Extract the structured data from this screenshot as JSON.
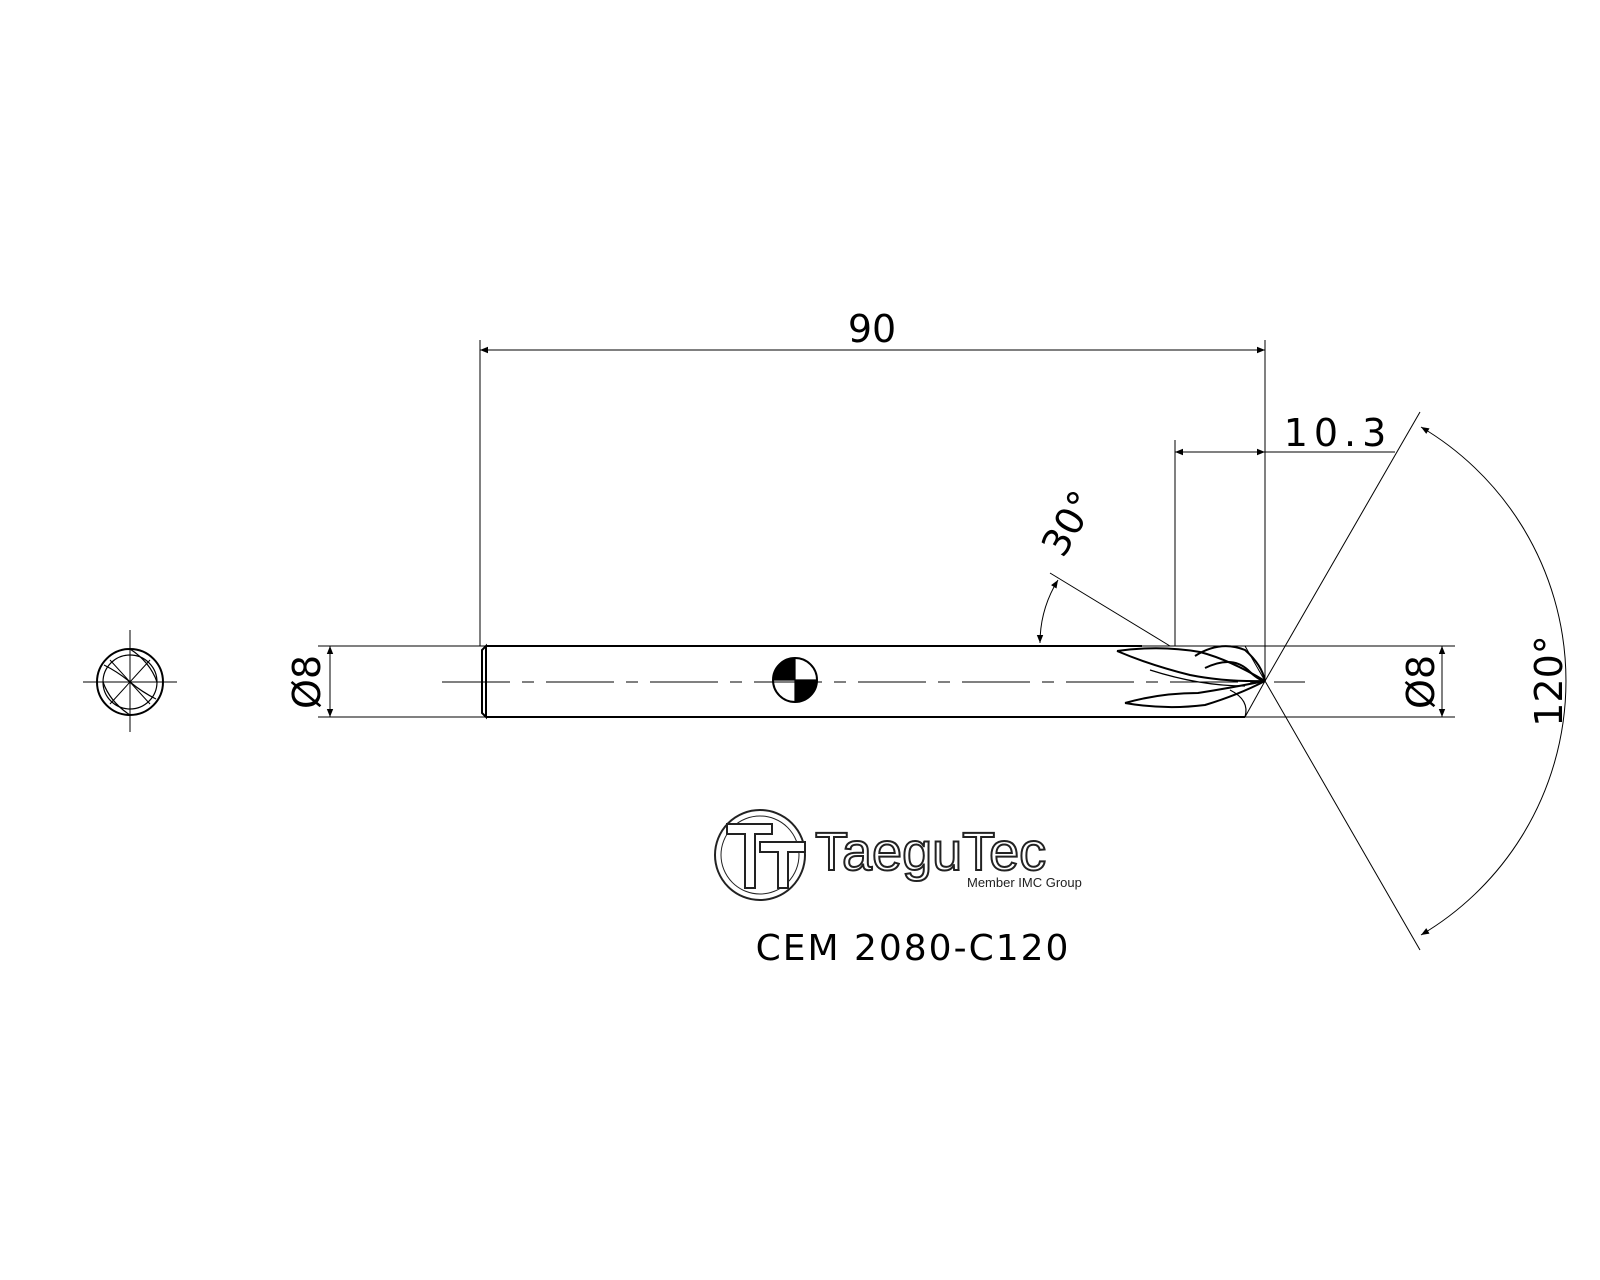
{
  "dimensions": {
    "overall_length": "90",
    "cutting_length": "10.3",
    "helix_angle": "30°",
    "point_angle": "120°",
    "shank_diameter": "Ø8",
    "cutting_diameter": "Ø8"
  },
  "logo": {
    "brand": "TaeguTec",
    "tagline": "Member IMC Group"
  },
  "part_number": "CEM 2080-C120"
}
